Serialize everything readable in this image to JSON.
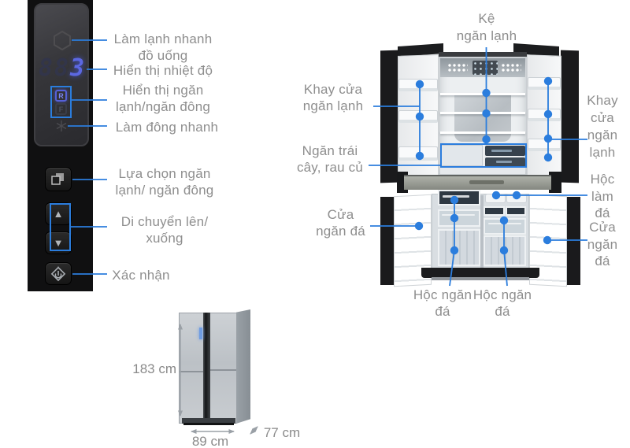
{
  "colors": {
    "accent_blue": "#2b7ddd",
    "label_gray": "#8e8e8e",
    "display_digit_blue": "#5c68e2",
    "panel_black": "#101011"
  },
  "control_panel": {
    "display": {
      "ghost_digits": "88",
      "value": "3"
    },
    "indicators": {
      "fridge": "R",
      "freezer": "F"
    },
    "icons": {
      "quick_cool": "hexagon-outline",
      "quick_freeze": "snowflake",
      "select": "overlapping-squares",
      "up_arrow": "▲",
      "down_arrow": "▼",
      "confirm": "diamond-power"
    },
    "callouts": {
      "quick_drink": "Làm lạnh nhanh\nđồ uống",
      "temp_display": "Hiển thị nhiệt độ",
      "compartment_display": "Hiển thị ngăn\nlạnh/ngăn đông",
      "quick_freeze": "Làm đông nhanh",
      "compartment_select": "Lựa chọn ngăn\nlạnh/ ngăn đông",
      "move_up_down": "Di chuyển lên/\nxuống",
      "confirm": "Xác nhận"
    }
  },
  "fridge_diagram": {
    "callouts": {
      "shelf": "Kệ\nngăn lạnh",
      "door_tray_left": "Khay cửa\nngăn lạnh",
      "veg_drawer": "Ngăn trái\ncây, rau củ",
      "door_tray_right": "Khay\ncửa\nngăn\nlạnh",
      "ice_maker": "Hộc\nlàm\nđá",
      "freezer_door_left": "Cửa\nngăn đá",
      "freezer_door_right": "Cửa\nngăn\nđá",
      "freezer_drawer_left": "Hộc ngăn\nđá",
      "freezer_drawer_right": "Hộc ngăn\nđá"
    }
  },
  "dimensions": {
    "height": "183 cm",
    "width": "89 cm",
    "depth": "77 cm"
  }
}
